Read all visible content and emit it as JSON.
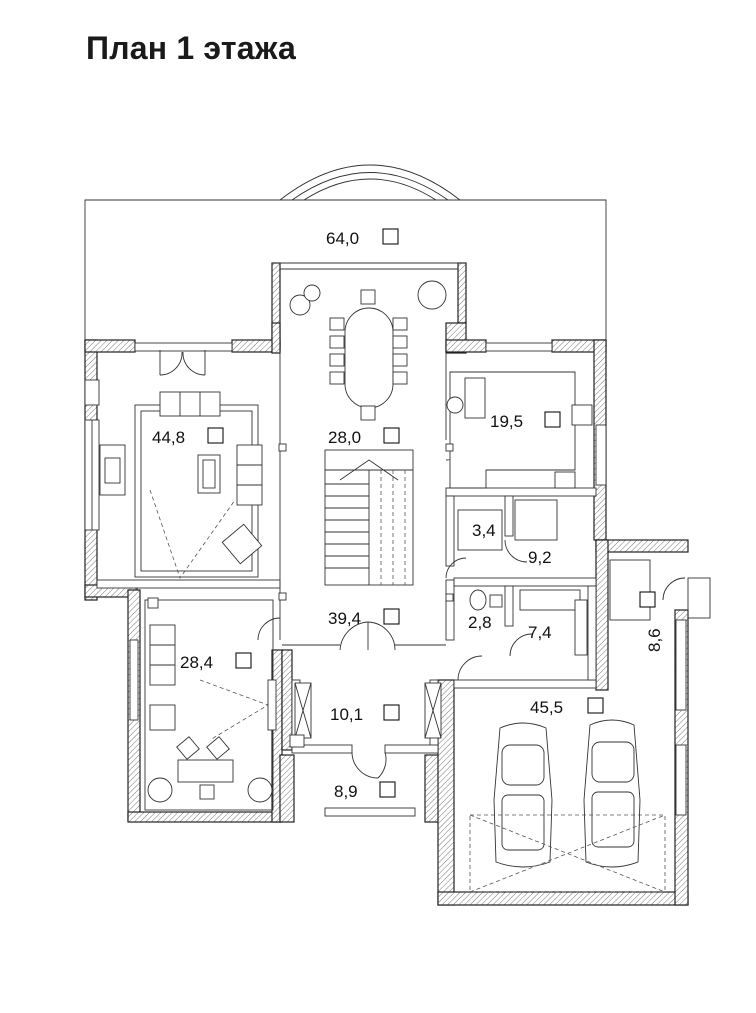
{
  "title": "План 1 этажа",
  "rooms": [
    {
      "id": "terrace",
      "area": "64,0"
    },
    {
      "id": "dining",
      "area": "28,0"
    },
    {
      "id": "living",
      "area": "44,8"
    },
    {
      "id": "kitchen",
      "area": "19,5"
    },
    {
      "id": "storage",
      "area": "3,4"
    },
    {
      "id": "bath",
      "area": "9,2"
    },
    {
      "id": "hall",
      "area": "39,4"
    },
    {
      "id": "wc",
      "area": "2,8"
    },
    {
      "id": "boiler",
      "area": "7,4"
    },
    {
      "id": "utility",
      "area": "8,6"
    },
    {
      "id": "study",
      "area": "28,4"
    },
    {
      "id": "vestibule",
      "area": "10,1"
    },
    {
      "id": "porch",
      "area": "8,9"
    },
    {
      "id": "garage",
      "area": "45,5"
    }
  ]
}
